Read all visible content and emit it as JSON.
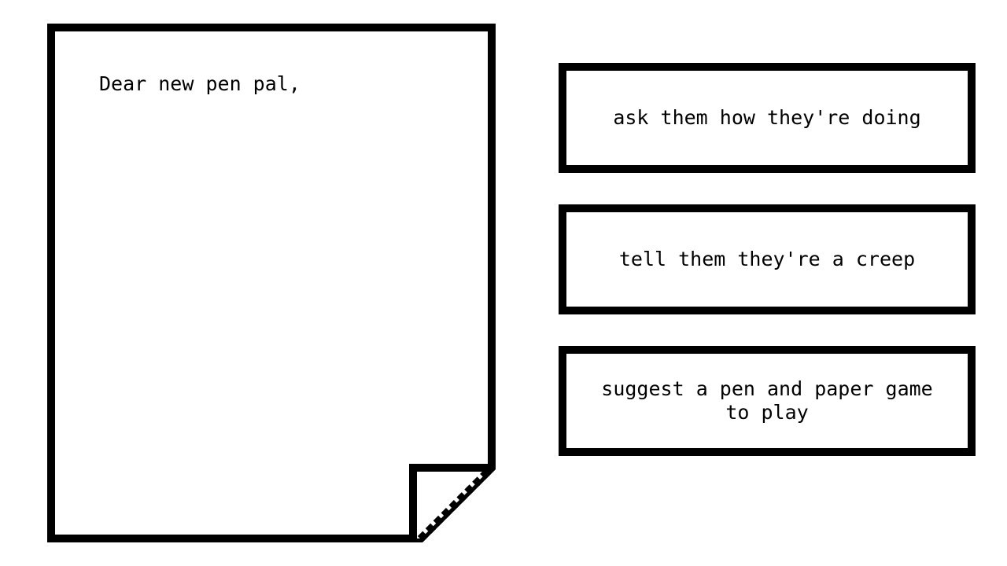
{
  "letter": {
    "greeting": "Dear new pen pal,"
  },
  "choices": [
    {
      "label": "ask them how they're doing"
    },
    {
      "label": "tell them they're a creep"
    },
    {
      "label": "suggest a pen and paper game to play"
    }
  ],
  "colors": {
    "ink": "#000000",
    "paper": "#ffffff"
  }
}
